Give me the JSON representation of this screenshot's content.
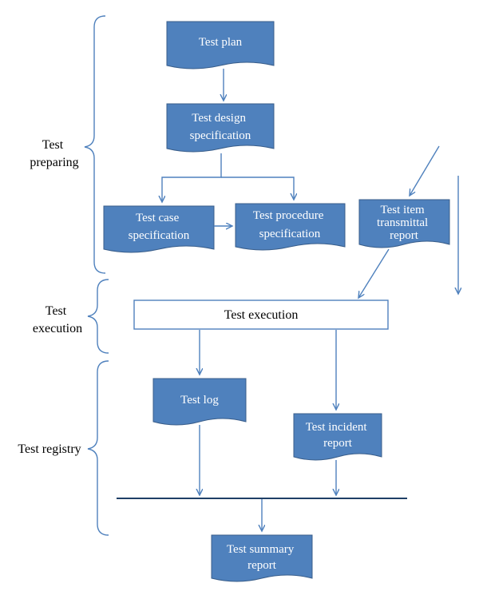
{
  "phases": {
    "preparing": [
      "Test",
      "preparing"
    ],
    "execution": [
      "Test",
      "execution"
    ],
    "registry": [
      "Test registry"
    ]
  },
  "nodes": {
    "test_plan": [
      "Test plan"
    ],
    "test_design_spec": [
      "Test design",
      "specification"
    ],
    "test_case_spec": [
      "Test case",
      "specification"
    ],
    "test_procedure_spec": [
      "Test procedure",
      "specification"
    ],
    "test_item_transmittal": [
      "Test item",
      "transmittal",
      "report"
    ],
    "test_execution": [
      "Test execution"
    ],
    "test_log": [
      "Test log"
    ],
    "test_incident_report": [
      "Test incident",
      "report"
    ],
    "test_summary_report": [
      "Test summary",
      "report"
    ]
  },
  "colors": {
    "node_fill": "#4f81bd",
    "node_stroke": "#385d8a",
    "connector": "#4f81bd",
    "bus": "#1f3f66"
  }
}
